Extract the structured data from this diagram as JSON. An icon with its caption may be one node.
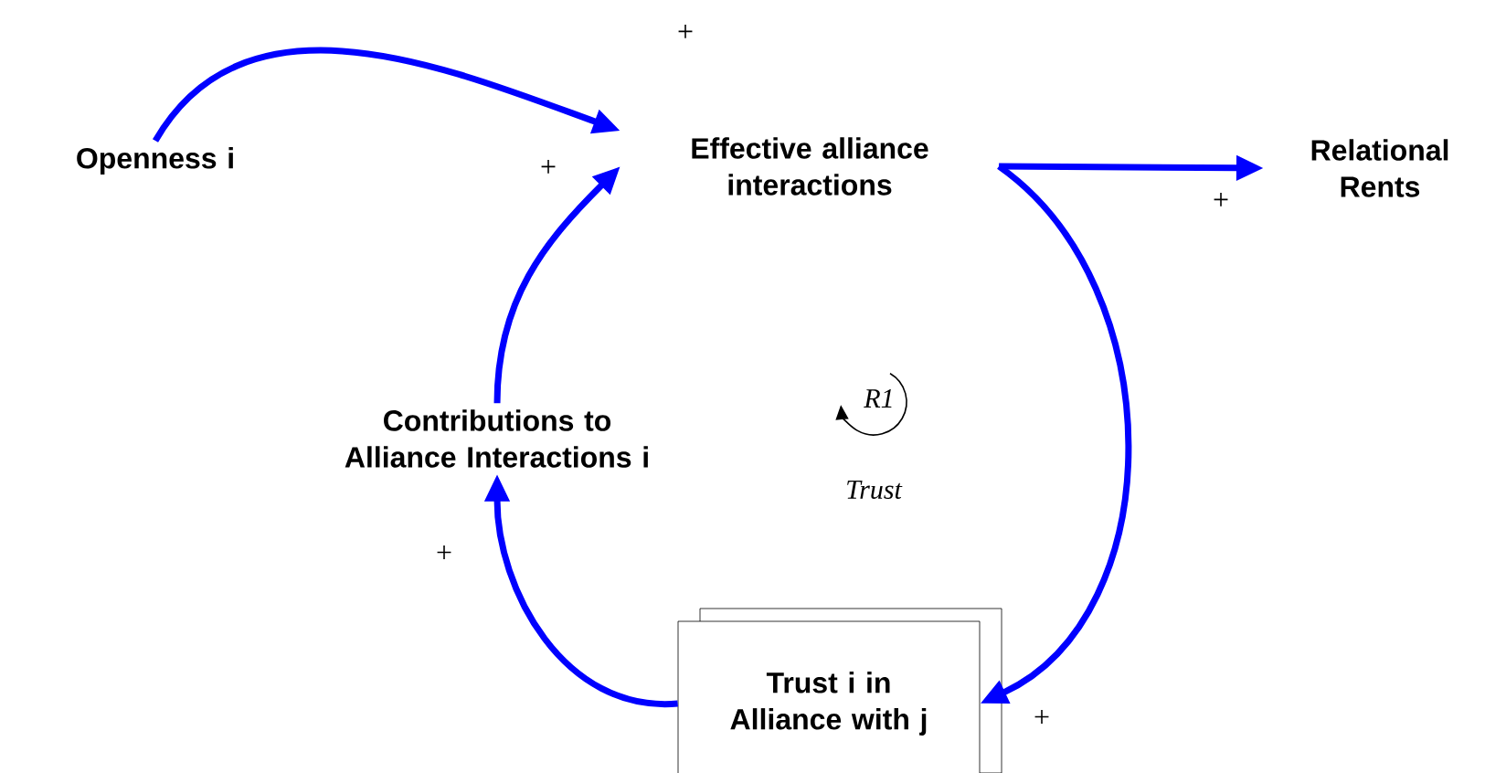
{
  "diagram": {
    "nodes": [
      {
        "text": [
          "Openness i"
        ]
      },
      {
        "text": [
          "Effective alliance interactions"
        ]
      },
      {
        "text": [
          "Relational Rents"
        ]
      },
      {
        "text": [
          "Contributions to Alliance Interactions i"
        ]
      },
      {
        "text": [],
        "shape": "box"
      },
      {
        "text": [
          "Trust i in Alliance with j"
        ]
      }
    ],
    "edges": [
      {
        "from": 0,
        "to": 1,
        "arrow": "to",
        "label": "+"
      },
      {
        "from": 3,
        "to": 1,
        "arrow": "to",
        "label": "+"
      },
      {
        "from": 1,
        "to": 2,
        "arrow": "to",
        "label": "+"
      },
      {
        "from": 1,
        "to": 5,
        "arrow": "to",
        "label": "+"
      },
      {
        "from": 5,
        "to": 3,
        "arrow": "to",
        "label": "+"
      }
    ],
    "labels": [
      "R1",
      "Trust"
    ]
  }
}
